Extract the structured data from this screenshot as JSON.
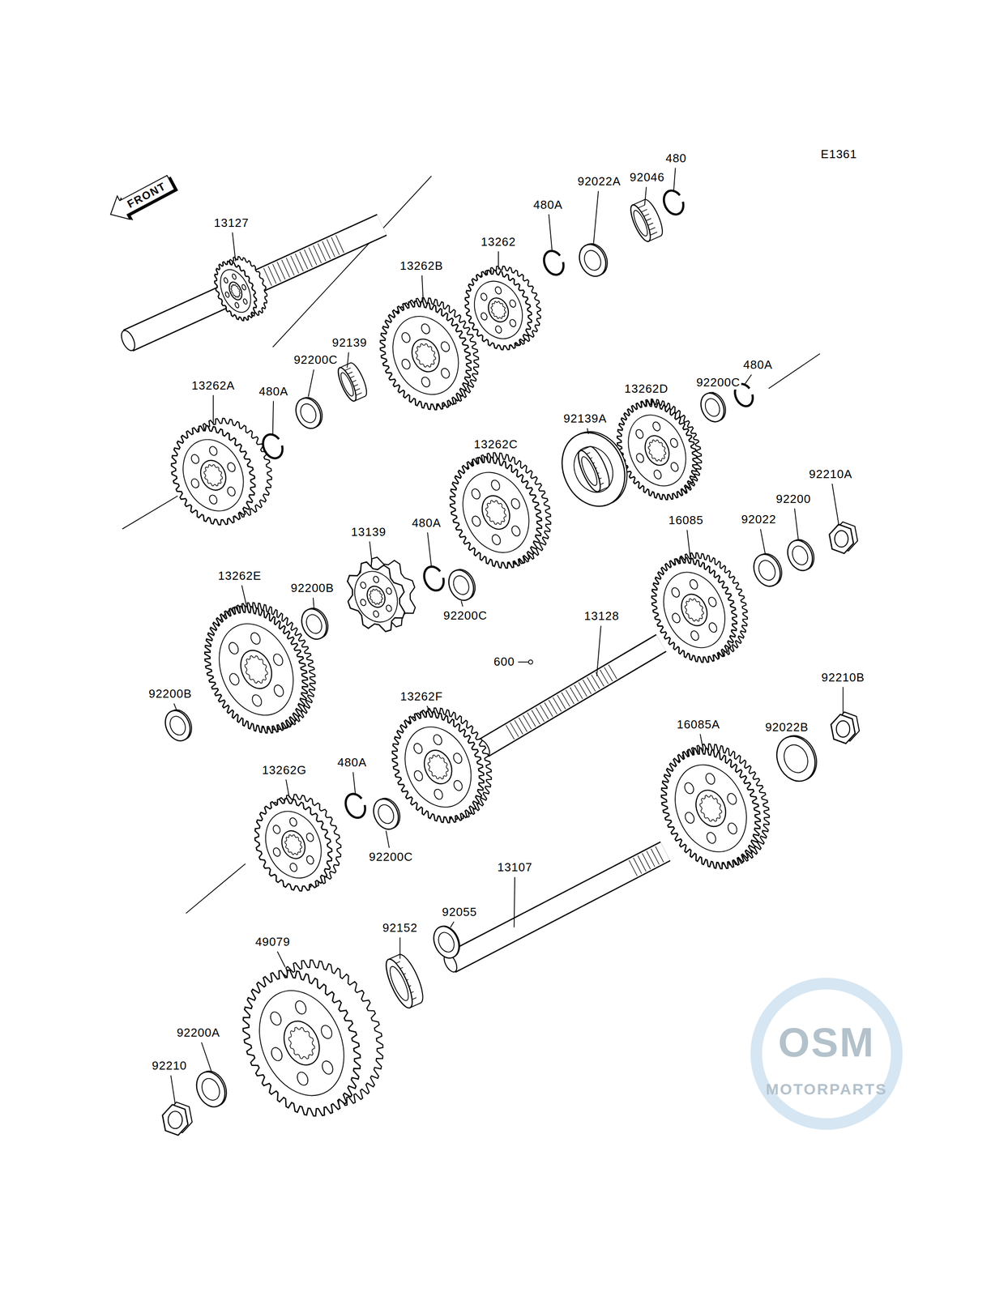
{
  "diagram": {
    "nodes": [
      {
        "text": [
          "FRONT"
        ]
      }
    ],
    "labels": [
      "E1361",
      "480",
      "92046",
      "92022A",
      "480A",
      "13262",
      "13127",
      "13262B",
      "92139",
      "92200C",
      "13262A",
      "480A",
      "13262D",
      "92200C",
      "480A",
      "92139A",
      "13262C",
      "92210A",
      "92200",
      "16085",
      "92022",
      "13139",
      "480A",
      "13262E",
      "92200B",
      "13128",
      "600",
      "92200C",
      "13262F",
      "92200B",
      "92210B",
      "16085A",
      "92022B",
      "13262G",
      "480A",
      "92200C",
      "13107",
      "92055",
      "92152",
      "49079",
      "92200A",
      "92210",
      "OSM",
      "MOTORPARTS"
    ]
  }
}
